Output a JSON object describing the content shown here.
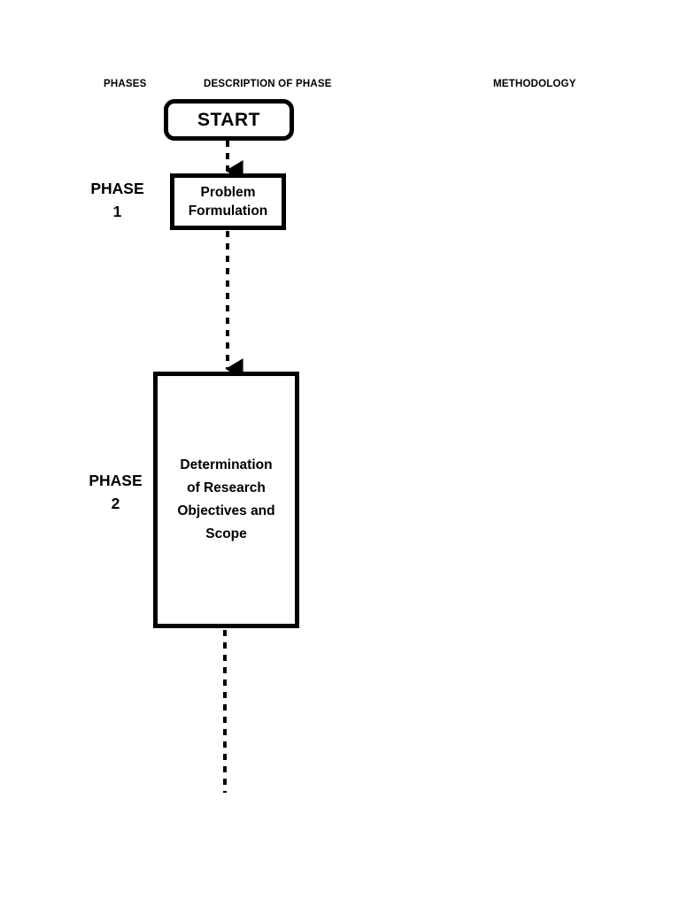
{
  "diagram": {
    "title_headers": {
      "phases": "PHASES",
      "description": "DESCRIPTION OF PHASE",
      "methodology": "METHODOLOGY"
    },
    "phase_labels": [
      {
        "word": "PHASE",
        "number": "1"
      },
      {
        "word": "PHASE",
        "number": "2"
      }
    ],
    "nodes": [
      {
        "id": "start",
        "shape": "rounded-rectangle",
        "text": "START"
      },
      {
        "id": "problem-formulation",
        "shape": "rectangle",
        "lines": [
          "Problem",
          "Formulation"
        ]
      },
      {
        "id": "objectives-scope",
        "shape": "rectangle",
        "lines": [
          "Determination",
          "of Research",
          "Objectives and",
          "Scope"
        ]
      }
    ],
    "connectors": [
      {
        "id": "start-to-problem",
        "style": "dashed",
        "arrowhead": "down"
      },
      {
        "id": "problem-to-objectives",
        "style": "dashed",
        "arrowhead": "down"
      },
      {
        "id": "objectives-to-next",
        "style": "dashed",
        "arrowhead": "none"
      }
    ],
    "colors": {
      "stroke": "#000000",
      "fill": "#ffffff",
      "text": "#000000"
    }
  }
}
